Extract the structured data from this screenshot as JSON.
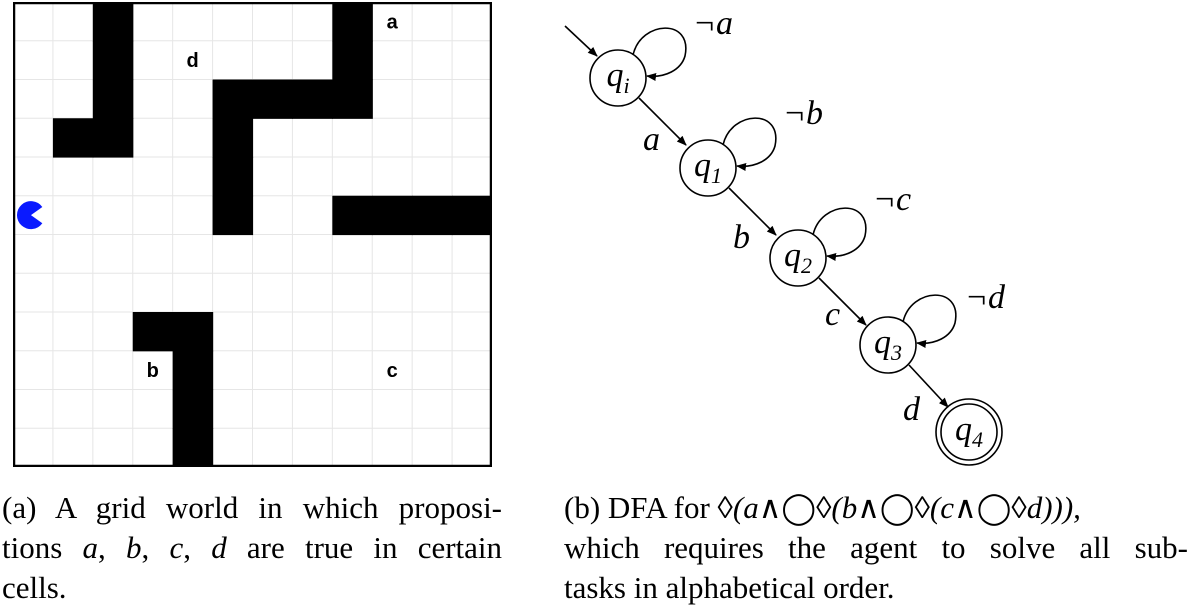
{
  "grid": {
    "rows": 12,
    "cols": 12,
    "walls": [
      [
        0,
        2
      ],
      [
        0,
        8
      ],
      [
        1,
        2
      ],
      [
        1,
        8
      ],
      [
        2,
        2
      ],
      [
        2,
        5
      ],
      [
        2,
        6
      ],
      [
        2,
        7
      ],
      [
        2,
        8
      ],
      [
        3,
        1
      ],
      [
        3,
        2
      ],
      [
        3,
        5
      ],
      [
        4,
        5
      ],
      [
        5,
        5
      ],
      [
        5,
        8
      ],
      [
        5,
        9
      ],
      [
        5,
        10
      ],
      [
        5,
        11
      ],
      [
        8,
        3
      ],
      [
        8,
        4
      ],
      [
        9,
        4
      ],
      [
        10,
        4
      ],
      [
        11,
        4
      ]
    ],
    "propositions": [
      {
        "label": "a",
        "row": 0,
        "col": 9
      },
      {
        "label": "d",
        "row": 1,
        "col": 4
      },
      {
        "label": "b",
        "row": 9,
        "col": 3
      },
      {
        "label": "c",
        "row": 9,
        "col": 9
      }
    ],
    "agent": {
      "row": 5,
      "col": 0,
      "color": "#0a1aff"
    },
    "wall_color": "#000000",
    "grid_line_color": "#e6e6e6"
  },
  "dfa": {
    "states": [
      {
        "id": "qi",
        "base": "q",
        "sub": "i",
        "accepting": false
      },
      {
        "id": "q1",
        "base": "q",
        "sub": "1",
        "accepting": false
      },
      {
        "id": "q2",
        "base": "q",
        "sub": "2",
        "accepting": false
      },
      {
        "id": "q3",
        "base": "q",
        "sub": "3",
        "accepting": false
      },
      {
        "id": "q4",
        "base": "q",
        "sub": "4",
        "accepting": true
      }
    ],
    "self_loops": [
      "¬a",
      "¬b",
      "¬c",
      "¬d"
    ],
    "transitions": [
      {
        "from": "qi",
        "to": "q1",
        "label": "a"
      },
      {
        "from": "q1",
        "to": "q2",
        "label": "b"
      },
      {
        "from": "q2",
        "to": "q3",
        "label": "c"
      },
      {
        "from": "q3",
        "to": "q4",
        "label": "d"
      }
    ]
  },
  "caption_a": {
    "line1": "(a) A grid world in which proposi-",
    "line2_pre": "tions ",
    "line2_a": "a",
    "line2_sep1": ", ",
    "line2_b": "b",
    "line2_sep2": ", ",
    "line2_c": "c",
    "line2_sep3": ", ",
    "line2_d": "d",
    "line2_post": " are true in certain",
    "line3": "cells."
  },
  "caption_b": {
    "line1_pre": "(b) DFA for ",
    "formula": "◊(a∧◯◊(b∧◯◊(c∧◯◊d))),",
    "line2": "which requires the agent to solve all sub-",
    "line3": "tasks in alphabetical order."
  }
}
